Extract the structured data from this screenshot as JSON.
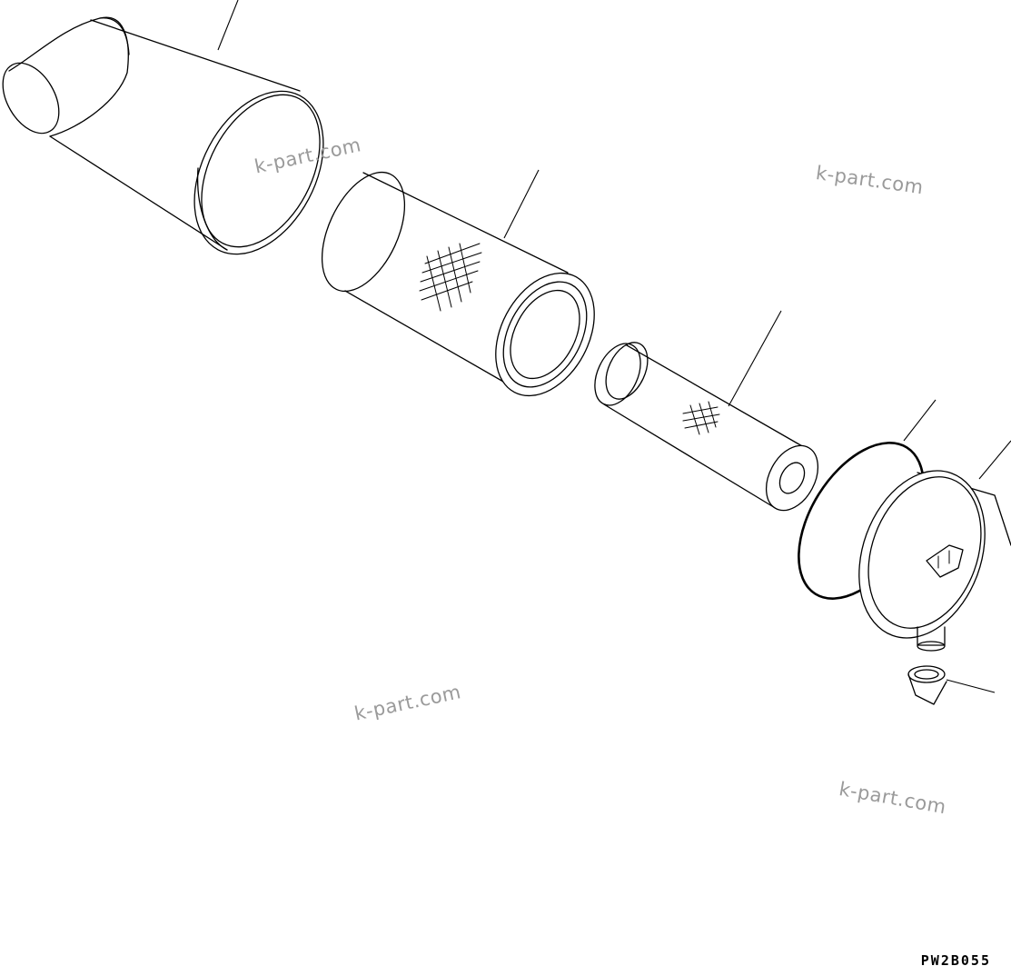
{
  "diagram": {
    "drawing_code": "PW2B055",
    "watermarks": [
      "k-part.com",
      "k-part.com",
      "k-part.com",
      "k-part.com"
    ]
  }
}
